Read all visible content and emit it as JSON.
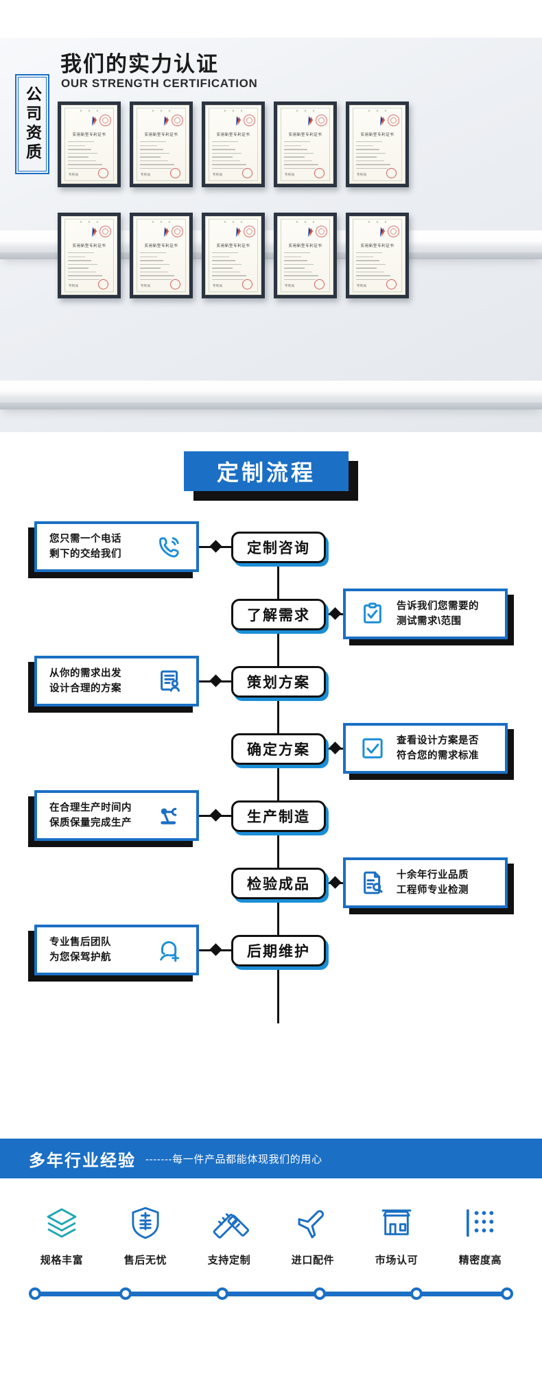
{
  "cert_section": {
    "side_label": "公司资质",
    "heading_cn": "我们的实力认证",
    "heading_en": "OUR STRENGTH CERTIFICATION",
    "certificate_title": "实用新型专利证书",
    "certificate_footer": "专利局",
    "certificates_count": 10,
    "rows": [
      {
        "count": 5
      },
      {
        "count": 5
      }
    ]
  },
  "flow_section": {
    "title": "定制流程",
    "steps": [
      {
        "node": "定制咨询",
        "side": "left",
        "card_line1": "您只需一个电话",
        "card_line2": "剩下的交给我们",
        "icon": "phone-ring-icon"
      },
      {
        "node": "了解需求",
        "side": "right",
        "card_line1": "告诉我们您需要的",
        "card_line2": "测试需求\\范围",
        "icon": "clipboard-check-icon"
      },
      {
        "node": "策划方案",
        "side": "left",
        "card_line1": "从你的需求出发",
        "card_line2": "设计合理的方案",
        "icon": "document-user-icon"
      },
      {
        "node": "确定方案",
        "side": "right",
        "card_line1": "查看设计方案是否",
        "card_line2": "符合您的需求标准",
        "icon": "check-square-icon"
      },
      {
        "node": "生产制造",
        "side": "left",
        "card_line1": "在合理生产时间内",
        "card_line2": "保质保量完成生产",
        "icon": "robot-arm-icon"
      },
      {
        "node": "检验成品",
        "side": "right",
        "card_line1": "十余年行业品质",
        "card_line2": "工程师专业检测",
        "icon": "document-search-icon"
      },
      {
        "node": "后期维护",
        "side": "left",
        "card_line1": "专业售后团队",
        "card_line2": "为您保驾护航",
        "icon": "headset-add-icon"
      }
    ]
  },
  "bottom_section": {
    "experience_main": "多年行业经验",
    "experience_sub": "-------每一件产品都能体现我们的用心",
    "features": [
      {
        "label": "规格丰富",
        "icon": "layers-icon"
      },
      {
        "label": "售后无忧",
        "icon": "shield-after-sales-icon"
      },
      {
        "label": "支持定制",
        "icon": "ruler-pencil-icon"
      },
      {
        "label": "进口配件",
        "icon": "airplane-icon"
      },
      {
        "label": "市场认可",
        "icon": "storefront-icon"
      },
      {
        "label": "精密度高",
        "icon": "precision-dots-icon"
      }
    ],
    "dots_count": 6
  },
  "colors": {
    "brand_blue": "#1b6fc4",
    "accent_cyan": "#1b8ed6",
    "teal": "#22a6b3",
    "ink": "#111111",
    "white": "#ffffff"
  }
}
